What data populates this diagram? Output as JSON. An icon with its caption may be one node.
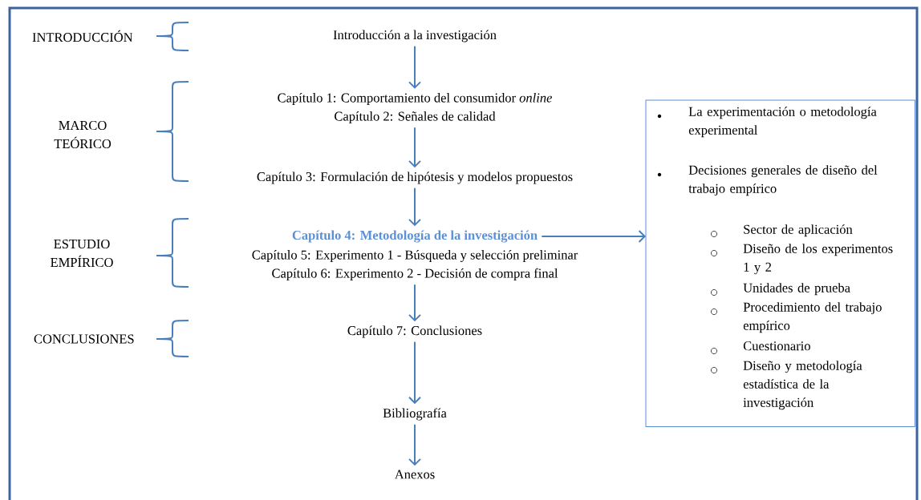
{
  "diagram": {
    "nodes": [
      {
        "text": [
          "Introducción a la investigación"
        ]
      },
      {
        "text": [
          "Capítulo 1: Comportamiento del consumidor *online*",
          "Capítulo 2: Señales de calidad"
        ]
      },
      {
        "text": [
          "Capítulo 3: Formulación de hipótesis y modelos propuestos"
        ]
      },
      {
        "text": [
          "Capítulo 4: Metodología de la investigación"
        ]
      },
      {
        "text": [
          "Capítulo 5: Experimento 1 - Búsqueda y selección preliminar",
          "Capítulo 6: Experimento 2 - Decisión de compra final"
        ]
      },
      {
        "text": [
          "Capítulo 7: Conclusiones"
        ]
      },
      {
        "text": [
          "Bibliografía"
        ]
      },
      {
        "text": [
          "Anexos"
        ]
      },
      {
        "text": [
          "La experimentación o metodología experimental",
          "Decisiones generales de diseño del trabajo empírico",
          "Sector de aplicación",
          "Diseño de los experimentos 1 y 2",
          "Unidades de prueba",
          "Procedimiento del trabajo empírico",
          "Cuestionario",
          "Diseño y metodología estadística de la investigación"
        ]
      }
    ],
    "edges": [
      {
        "from": 0,
        "to": 1,
        "arrow": "to"
      },
      {
        "from": 1,
        "to": 2,
        "arrow": "to"
      },
      {
        "from": 2,
        "to": 3,
        "arrow": "to"
      },
      {
        "from": 4,
        "to": 5,
        "arrow": "to"
      },
      {
        "from": 5,
        "to": 6,
        "arrow": "to"
      },
      {
        "from": 6,
        "to": 7,
        "arrow": "to"
      },
      {
        "from": 3,
        "to": 8,
        "arrow": "to"
      }
    ],
    "labels": [
      "INTRODUCCIÓN",
      "MARCO TEÓRICO",
      "ESTUDIO EMPÍRICO",
      "CONCLUSIONES"
    ]
  }
}
